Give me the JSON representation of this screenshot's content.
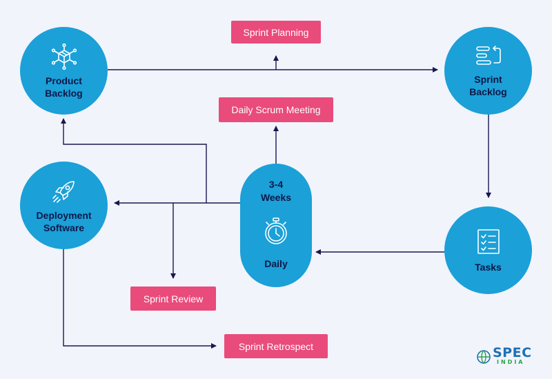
{
  "nodes": {
    "product_backlog": "Product\nBacklog",
    "sprint_backlog": "Sprint\nBacklog",
    "deployment_software": "Deployment\nSoftware",
    "tasks": "Tasks",
    "timebox_weeks": "3-4\nWeeks",
    "timebox_daily": "Daily"
  },
  "tags": {
    "sprint_planning": "Sprint Planning",
    "daily_scrum": "Daily Scrum Meeting",
    "sprint_review": "Sprint Review",
    "sprint_retrospect": "Sprint Retrospect"
  },
  "logo": {
    "name": "SPEC",
    "sub": "INDIA"
  },
  "colors": {
    "node": "#1ba0d8",
    "tag": "#e94b7b",
    "line": "#1a1650",
    "background": "#f1f4fb"
  },
  "icons": [
    "cube-network-icon",
    "sprint-list-icon",
    "rocket-icon",
    "checklist-icon",
    "stopwatch-icon"
  ]
}
